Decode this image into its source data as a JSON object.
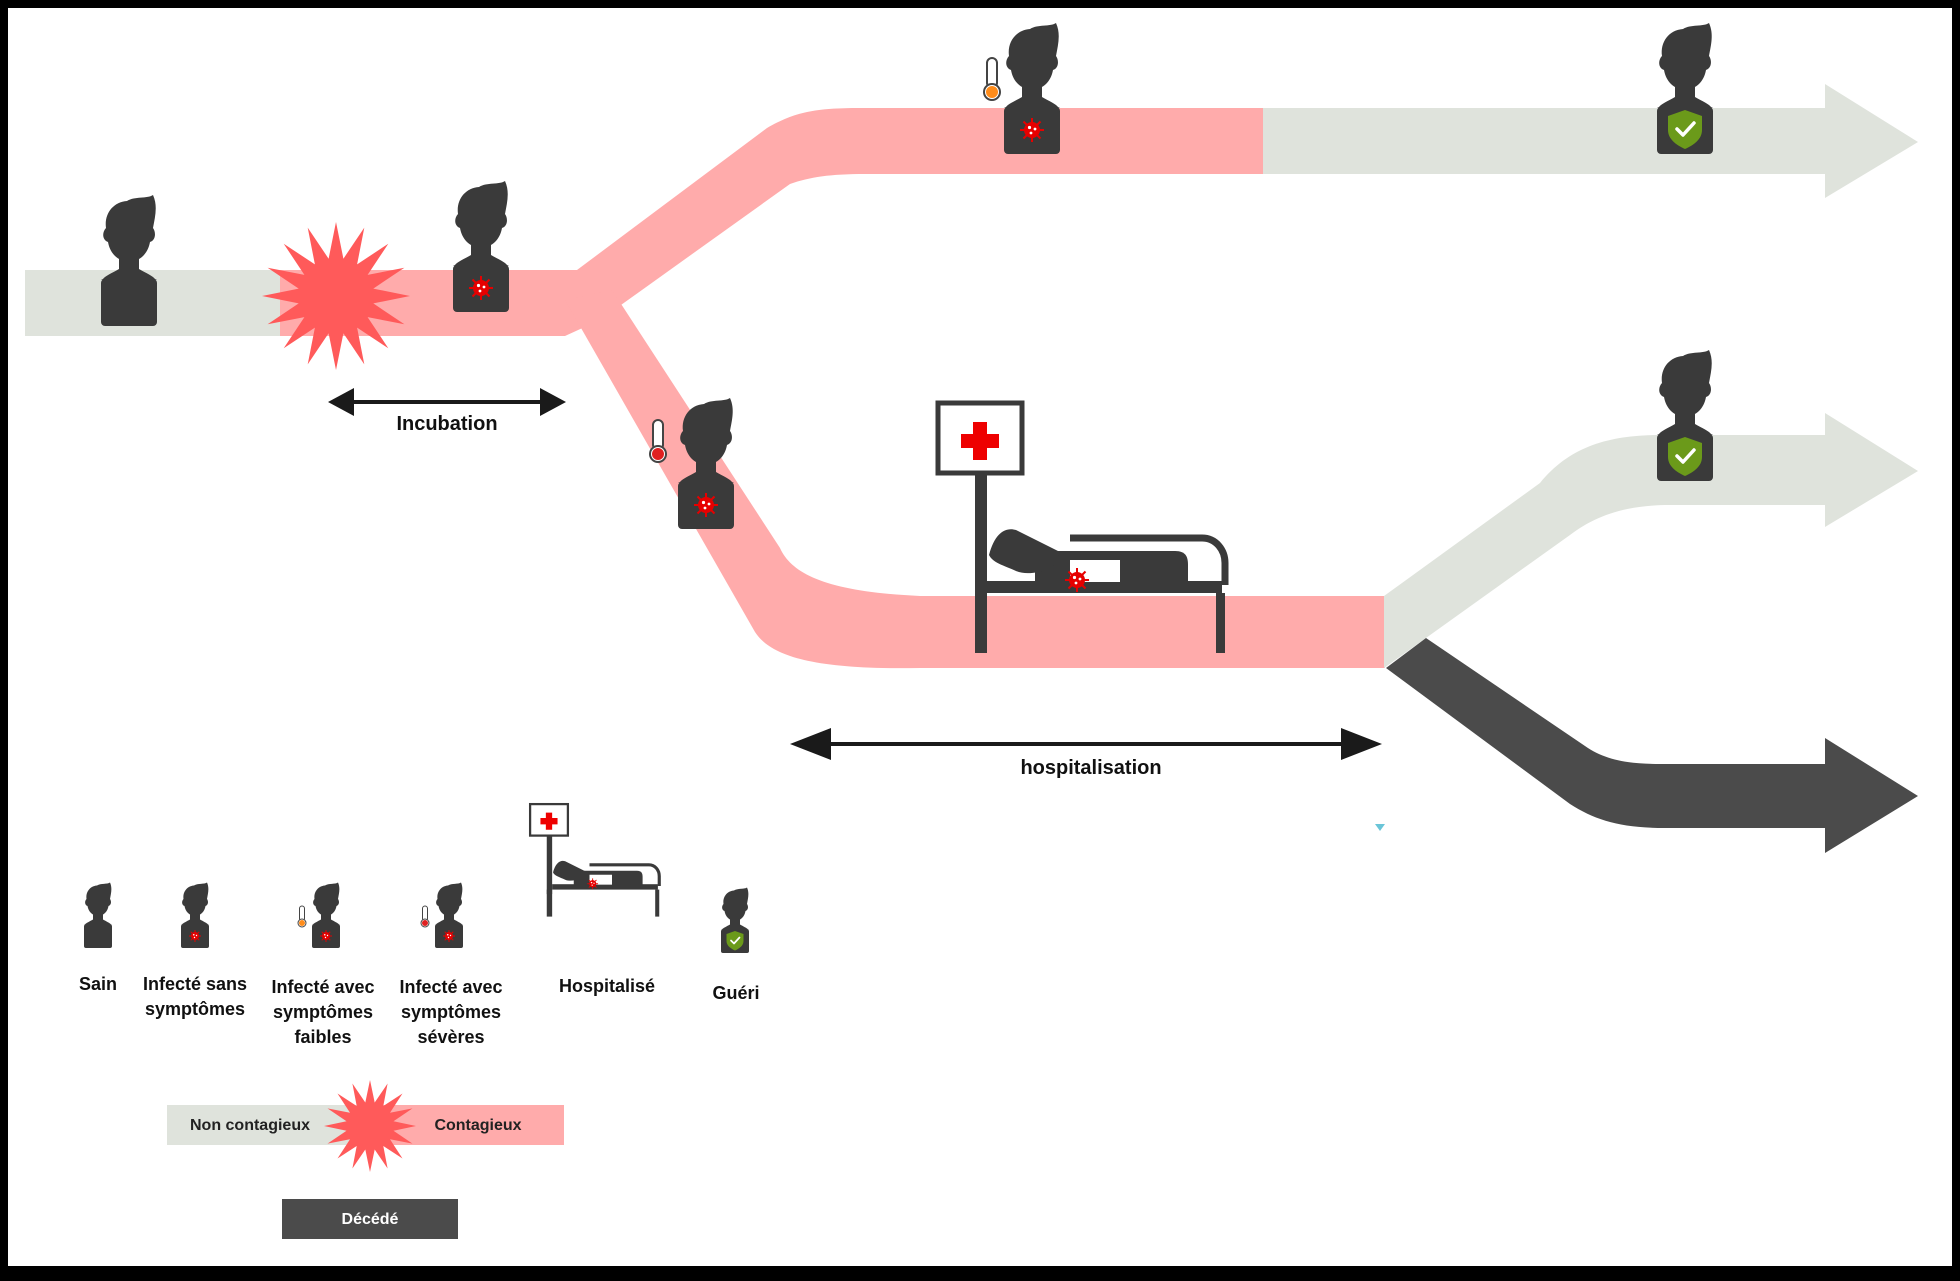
{
  "diagram": {
    "incubation_label": "Incubation",
    "hospitalisation_label": "hospitalisation"
  },
  "legend": {
    "items": [
      {
        "id": "sain",
        "lines": [
          "Sain"
        ]
      },
      {
        "id": "infecte-sans",
        "lines": [
          "Infecté sans",
          "symptômes"
        ]
      },
      {
        "id": "infecte-faibles",
        "lines": [
          "Infecté avec",
          "symptômes",
          "faibles"
        ]
      },
      {
        "id": "infecte-severes",
        "lines": [
          "Infecté avec",
          "symptômes",
          "sévères"
        ]
      },
      {
        "id": "hospitalise",
        "lines": [
          "Hospitalisé"
        ]
      },
      {
        "id": "gueri",
        "lines": [
          "Guéri"
        ]
      }
    ],
    "non_contagieux": "Non contagieux",
    "contagieux": "Contagieux",
    "decede": "Décédé"
  },
  "colors": {
    "non_contagious": "#dfe3dc",
    "contagious": "#ffabab",
    "deceased": "#4b4b4b",
    "figure": "#3a3a3a",
    "burst": "#ff5a5a",
    "virus": "#e60000",
    "cross": "#ee0000",
    "shield": "#6b9a1a",
    "thermo_mild": "#ff8c1a",
    "thermo_severe": "#e02020",
    "arrow": "#1a1a1a"
  }
}
